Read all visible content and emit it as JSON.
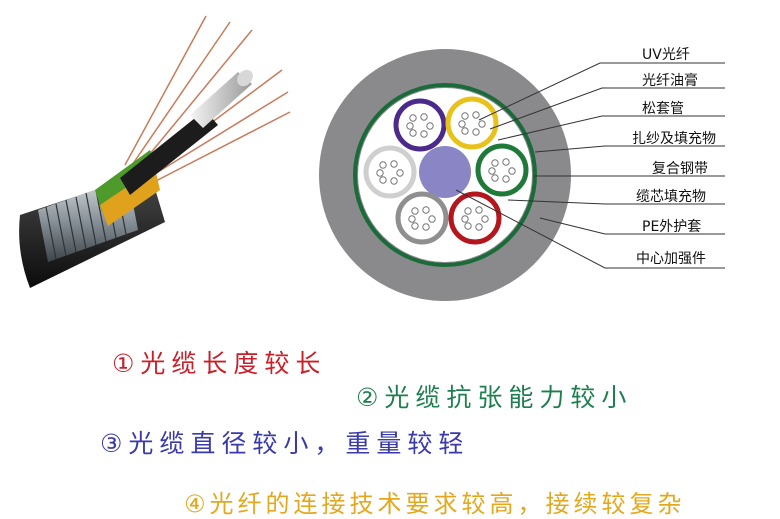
{
  "labels": {
    "uv_fiber": "UV光纤",
    "fiber_grease": "光纤油膏",
    "loose_tube": "松套管",
    "binding_filler": "扎纱及填充物",
    "composite_steel_tape": "复合钢带",
    "core_filler": "缆芯填充物",
    "pe_jacket": "PE外护套",
    "central_strength_member": "中心加强件"
  },
  "notes": {
    "note1": "①光缆长度较长",
    "note2": "②光缆抗张能力较小",
    "note3": "③光缆直径较小，重量较轻",
    "note4": "④光纤的连接技术要求较高，接续较复杂"
  },
  "colors": {
    "note1": "#c8202a",
    "note2": "#1e7f4e",
    "note3": "#3a3aa8",
    "note4": "#e3a81e",
    "outer_jacket": "#8a8a8d",
    "steel_tape": "#1b6b3a",
    "core_background": "#ffffff",
    "central_member": "#8a86c6",
    "tube_purple": "#4b2a8c",
    "tube_yellow": "#e8c21a",
    "tube_green": "#1f7a3a",
    "tube_white": "#cfcfcf",
    "tube_gray": "#8f8f8f",
    "tube_red": "#b3161c"
  }
}
